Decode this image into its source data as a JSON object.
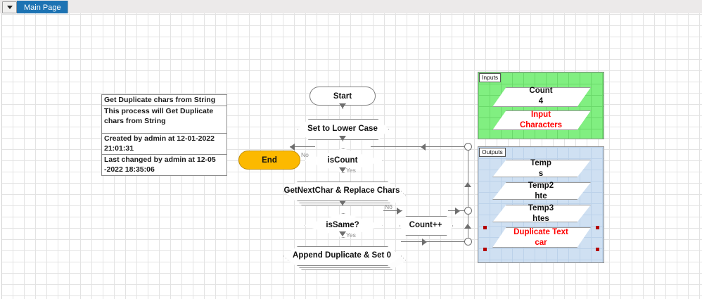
{
  "window": {
    "tab_label": "Main Page",
    "tab_dropdown_icon": "chevron-down-icon"
  },
  "note": {
    "title": "Get Duplicate chars from String",
    "description_line1": "This process will Get Duplicate",
    "description_line2": "chars from String",
    "created_line1": "Created by admin at 12-01-2022",
    "created_line2": "21:01:31",
    "changed_line1": "Last changed by admin at 12-05",
    "changed_line2": "-2022 18:35:06"
  },
  "flow": {
    "start": "Start",
    "end": "End",
    "set_lower": "Set to Lower Case",
    "is_count": "isCount",
    "get_next_char": "GetNextChar & Replace Chars",
    "is_same": "isSame?",
    "count_plus": "Count++",
    "append_duplicate": "Append Duplicate & Set 0",
    "label_no_1": "No",
    "label_yes_1": "Yes",
    "label_no_2": "No",
    "label_yes_2": "Yes"
  },
  "inputs": {
    "group_tag": "Inputs",
    "group_color": "#81ef81",
    "items": [
      {
        "name": "Count",
        "value": "4",
        "value_color": "#111111",
        "name_color": "#111111"
      },
      {
        "name": "Input",
        "value": "Characters",
        "value_color": "#ff0000",
        "name_color": "#ff0000"
      }
    ]
  },
  "outputs": {
    "group_tag": "Outputs",
    "group_color": "#cfe0f2",
    "items": [
      {
        "name": "Temp",
        "value": "s",
        "name_color": "#111111",
        "value_color": "#111111"
      },
      {
        "name": "Temp2",
        "value": "hte",
        "name_color": "#111111",
        "value_color": "#111111"
      },
      {
        "name": "Temp3",
        "value": "htes",
        "name_color": "#111111",
        "value_color": "#111111"
      },
      {
        "name": "Duplicate Text",
        "value": "car",
        "name_color": "#ff0000",
        "value_color": "#ff0000"
      }
    ]
  },
  "colors": {
    "tab_active": "#1d73b3",
    "end_node": "#fcb900",
    "grid_line": "#e3e3e3",
    "connector": "#7b7b7b",
    "selection_handle": "#b40000"
  }
}
